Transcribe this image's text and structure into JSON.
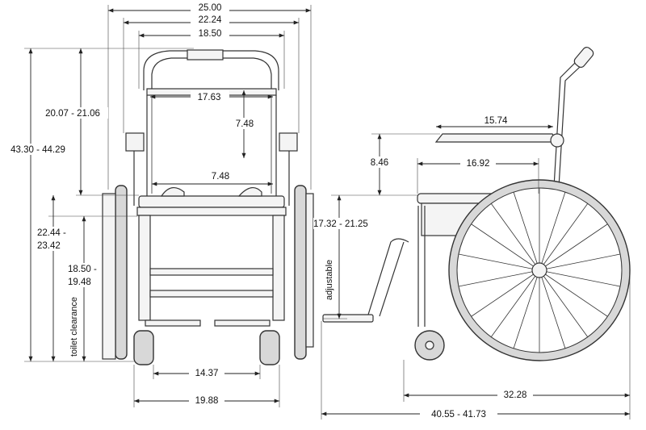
{
  "front_view": {
    "overall_width": "25.00",
    "armrest_width": "22.24",
    "seat_width": "18.50",
    "backrest_width": "17.63",
    "armrest_height_above_seat": "7.48",
    "seat_gap": "7.48",
    "backrest_height": "20.07 - 21.06",
    "overall_height": "43.30 - 44.29",
    "seat_height_line1": "22.44 -",
    "seat_height_line2": "23.42",
    "toilet_clearance_line1": "18.50 -",
    "toilet_clearance_line2": "19.48",
    "toilet_clearance_label": "toilet clearance",
    "caster_width": "14.37",
    "base_width": "19.88"
  },
  "side_view": {
    "armrest_length": "15.74",
    "seat_depth": "16.92",
    "armrest_height": "8.46",
    "footrest_height": "17.32 - 21.25",
    "adjustable_label": "adjustable",
    "wheelbase": "32.28",
    "overall_length": "40.55 - 41.73"
  }
}
